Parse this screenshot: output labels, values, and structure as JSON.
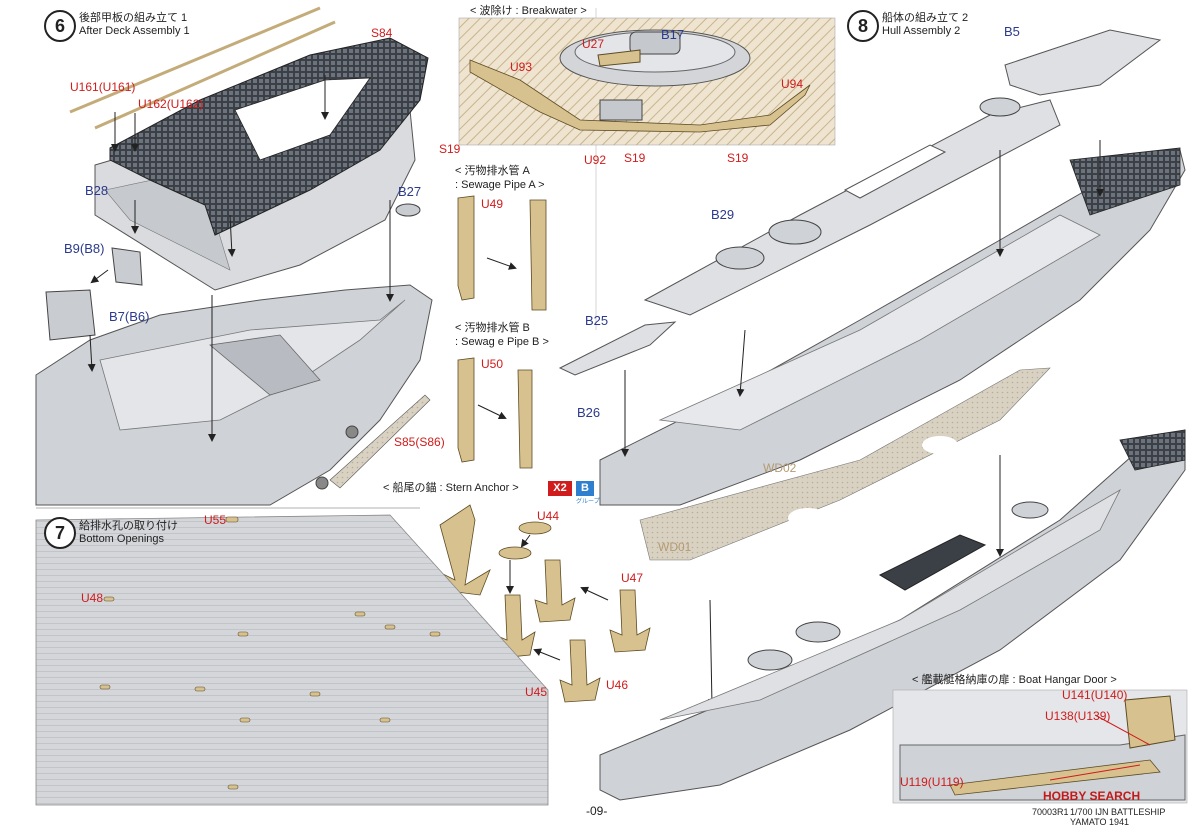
{
  "page_number": "-09-",
  "footer": {
    "code": "70003R1",
    "product": "1/700 IJN BATTLESHIP YAMATO 1941",
    "logo_text": "HOBBY SEARCH"
  },
  "steps": [
    {
      "number": "6",
      "title_jp": "後部甲板の組み立て 1",
      "title_en": "After Deck Assembly 1"
    },
    {
      "number": "7",
      "title_jp": "給排水孔の取り付け",
      "title_en": "Bottom Openings"
    },
    {
      "number": "8",
      "title_jp": "船体の組み立て 2",
      "title_en": "Hull Assembly 2"
    }
  ],
  "subsections": {
    "breakwater": "< 波除け : Breakwater >",
    "sewage_a_jp": "< 汚物排水管 A",
    "sewage_a_en": ": Sewage Pipe A >",
    "sewage_b_jp": "< 汚物排水管 B",
    "sewage_b_en": ": Sewag e Pipe B >",
    "stern_anchor": "< 船尾の錨 : Stern Anchor >",
    "stern_anchor_qty": "X2",
    "stern_anchor_group": "B",
    "stern_anchor_group_sub": "グループ",
    "boat_hangar_door": "< 艦載艇格納庫の扉 : Boat Hangar Door >"
  },
  "part_labels": {
    "S84": "S84",
    "U161": "U161(U161)",
    "U162": "U162(U162)",
    "B28": "B28",
    "B27": "B27",
    "B9": "B9(B8)",
    "B7": "B7(B6)",
    "S85": "S85(S86)",
    "B17": "B17",
    "U27": "U27",
    "U93": "U93",
    "U94": "U94",
    "S19a": "S19",
    "U92": "U92",
    "S19b": "S19",
    "S19c": "S19",
    "U49": "U49",
    "U50": "U50",
    "B5": "B5",
    "B29": "B29",
    "B25": "B25",
    "B26": "B26",
    "WD02": "WD02",
    "WD01": "WD01",
    "U55": "U55",
    "U48": "U48",
    "U44": "U44",
    "U47": "U47",
    "U45": "U45",
    "U46": "U46",
    "U141": "U141(U140)",
    "U138": "U138(U139)",
    "U119": "U119(U119)"
  },
  "colors": {
    "part_red": "#d01c1c",
    "part_navy": "#2b3a8c",
    "decal_tan": "#b59a73",
    "resin_tan": "#d9c59a",
    "hull_grey": "#c9cbcf",
    "badge_red": "#d01c1c",
    "badge_blue": "#2f7fd0"
  }
}
